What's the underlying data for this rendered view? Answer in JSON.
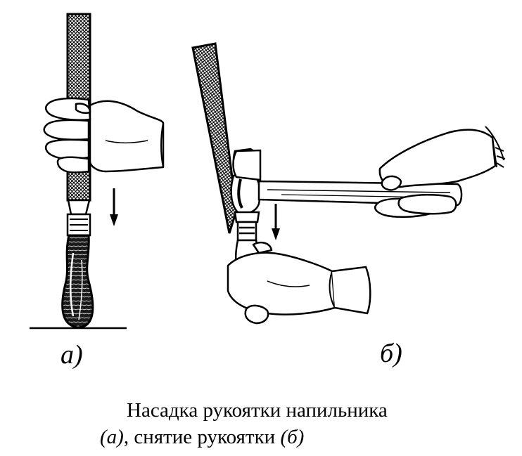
{
  "figure": {
    "label_a": "а)",
    "label_b": "б)"
  },
  "caption": {
    "line1": "Насадка рукоятки напильника",
    "line2_part1": "(а)",
    "line2_part2": ", снятие рукоятки ",
    "line2_part3": "(б)"
  }
}
